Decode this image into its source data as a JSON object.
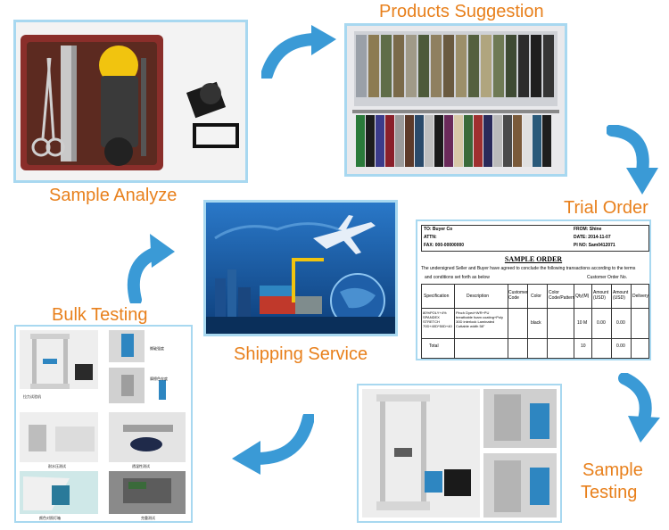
{
  "labels": {
    "products_suggestion": "Products Suggestion",
    "sample_analyze": "Sample Analyze",
    "trial_order": "Trial Order",
    "shipping_service": "Shipping Service",
    "bulk_testing": "Bulk Testing",
    "sample_testing_line1": "Sample",
    "sample_testing_line2": "Testing"
  },
  "order_sheet": {
    "to": "TO: Buyer Co",
    "attn": "ATTN:",
    "fax": "FAX: 000-00000000",
    "from": "FROM: Shine",
    "date": "DATE: 2014-11-07",
    "pi_no": "PI NO: Sam0412071",
    "title": "SAMPLE ORDER",
    "intro1": "The undersigned Seller and Buyer have agreed to conclude the following transactions according to the terms",
    "intro2": "and conditions set forth as below",
    "customer_order": "Customer Order No.",
    "headers": [
      "Specification",
      "Description",
      "Customer Code",
      "Color",
      "Color Code/Pattern",
      "Qty(M)",
      "Amount (USD)",
      "Amount (USD)",
      "Delivery"
    ],
    "row_spec": "80%POLY+4% SPANDEX STRETCH 70D+40D*50D+40",
    "row_desc": "Pinch Dyed+WR+PU breathable foam coating+Poly 30D interlock Laminated Cuttable width 58\"",
    "row_color": "black",
    "row_qty": "10 M",
    "row_amt1": "0.00",
    "row_amt2": "0.00",
    "total_label": "Total",
    "total_qty": "10",
    "total_amt": "0.00"
  },
  "bulk_captions": [
    "拉力试验机",
    "撕破强度",
    "摩擦色牢度",
    "耐水压测试",
    "透湿性测试",
    "颜色对照灯箱",
    "克重测试"
  ],
  "colors": {
    "label": "#e8801c",
    "frame": "#a8d8f0",
    "arrow": "#3a9ad6"
  }
}
